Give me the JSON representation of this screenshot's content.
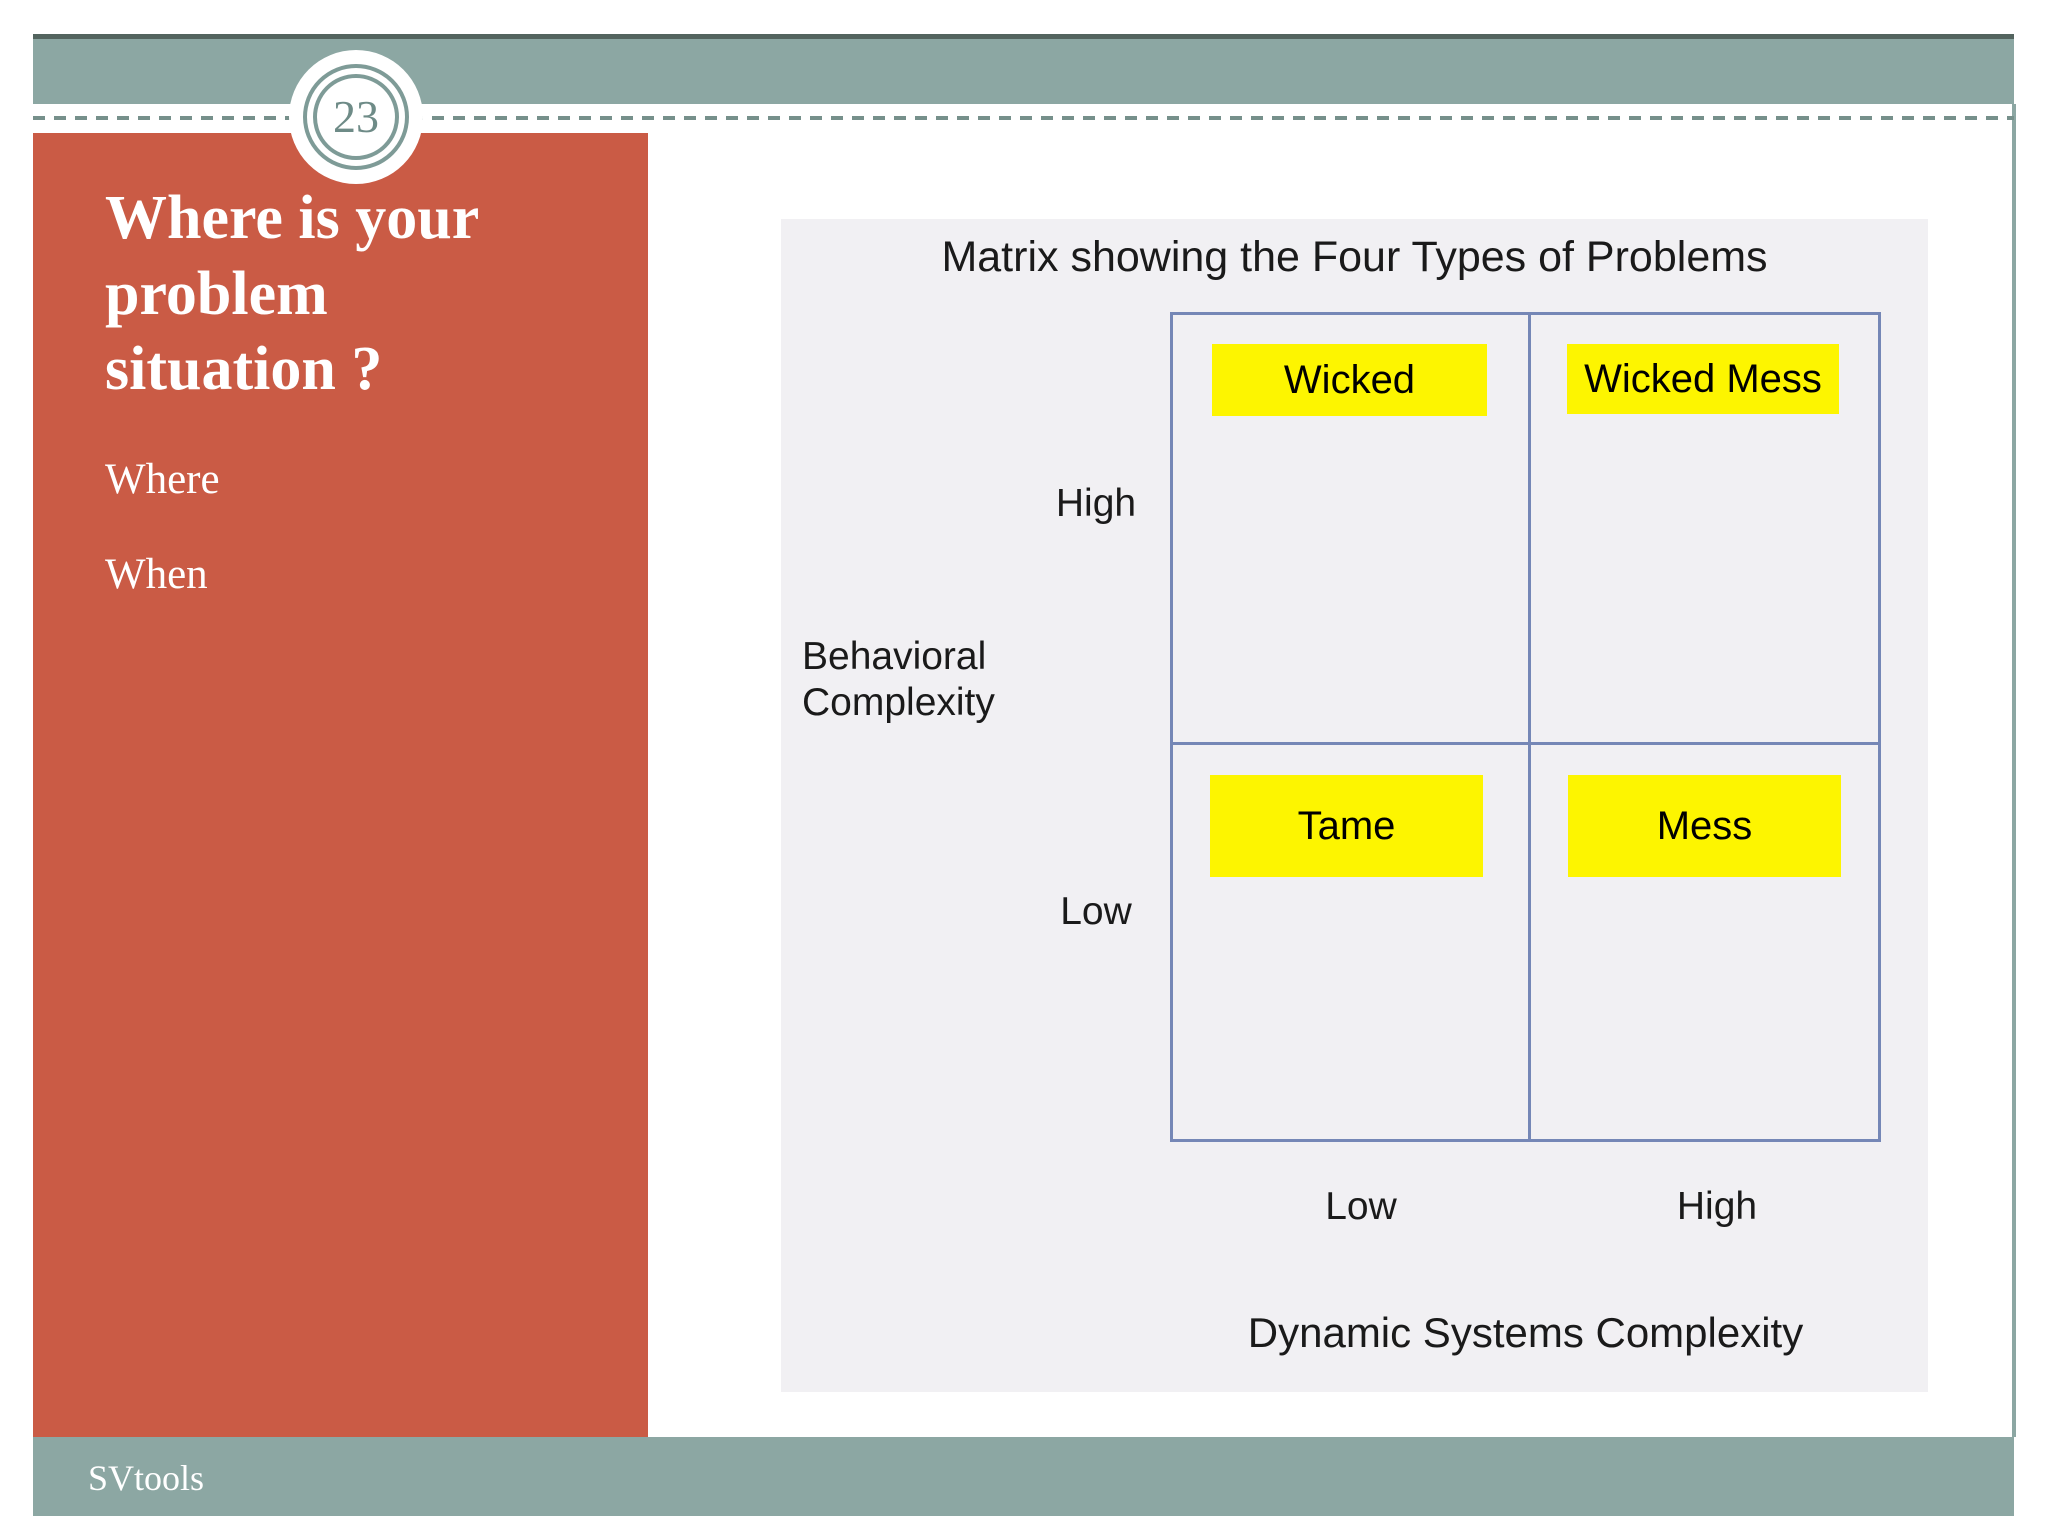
{
  "slide": {
    "page_number": "23",
    "footer_text": "SVtools"
  },
  "left_panel": {
    "title": "Where is your problem situation ?",
    "items": [
      {
        "label": "Where"
      },
      {
        "label": "When"
      }
    ]
  },
  "figure": {
    "title": "Matrix showing the Four Types of Problems",
    "y_axis": {
      "label": "Behavioral Complexity",
      "high_tick": "High",
      "low_tick": "Low"
    },
    "x_axis": {
      "label": "Dynamic Systems Complexity",
      "low_tick": "Low",
      "high_tick": "High"
    },
    "quadrants": {
      "top_left": "Wicked",
      "top_right": "Wicked Mess",
      "bottom_left": "Tame",
      "bottom_right": "Mess"
    }
  },
  "colors": {
    "accent_orange": "#CA5B45",
    "header_teal": "#8CA7A3",
    "header_top_line": "#53645F",
    "badge_ring": "#7E9B97",
    "figure_background": "#F1F0F3",
    "matrix_border_blue": "#7587B6",
    "highlight_yellow": "#FDF500",
    "text_white": "#FFFFFF",
    "text_black": "#1A1A1A"
  }
}
